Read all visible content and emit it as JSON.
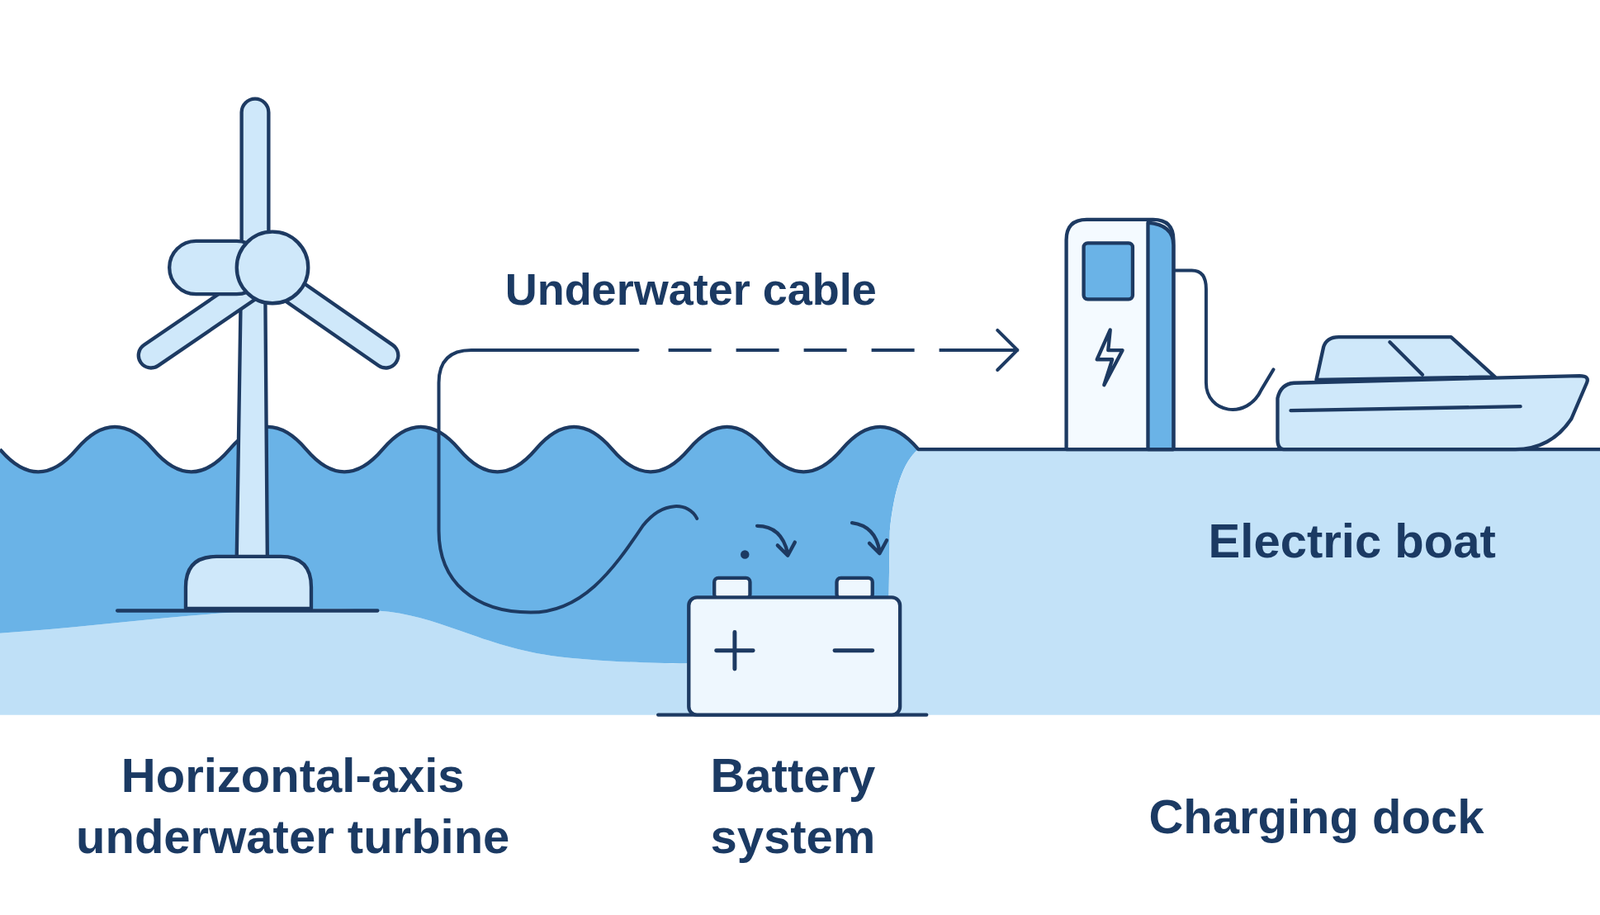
{
  "diagram": {
    "nodes": [
      {
        "text": [
          "Horizontal-axis underwater turbine"
        ]
      },
      {
        "text": [
          "Battery system"
        ]
      },
      {
        "text": [
          "Charging dock"
        ]
      },
      {
        "text": [
          "Electric boat"
        ]
      }
    ],
    "edges": [
      {
        "from": 1,
        "to": 2,
        "arrow": "to",
        "label": "Underwater cable"
      },
      {
        "from": 2,
        "to": 3,
        "arrow": "none"
      }
    ]
  }
}
